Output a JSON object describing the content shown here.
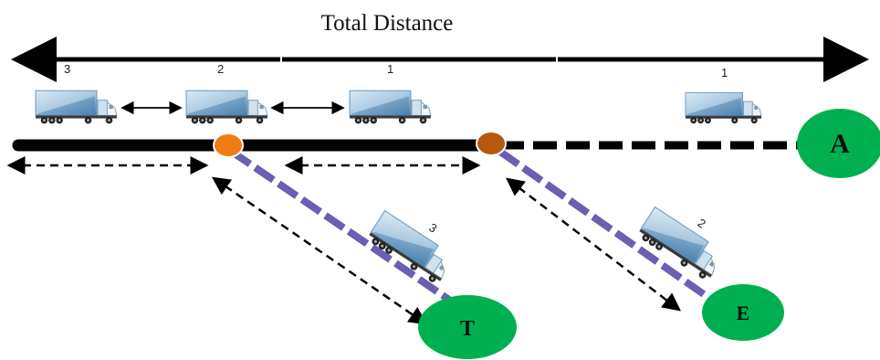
{
  "title": "Total Distance",
  "trucks": [
    {
      "id": "truck-main-3",
      "number": "3"
    },
    {
      "id": "truck-main-2",
      "number": "2"
    },
    {
      "id": "truck-main-1",
      "number": "1"
    },
    {
      "id": "truck-route-a",
      "number": "1"
    },
    {
      "id": "truck-branch-t",
      "number": "3"
    },
    {
      "id": "truck-branch-e",
      "number": "2"
    }
  ],
  "nodes": {
    "a": {
      "label": "A",
      "color": "#00b050"
    },
    "t": {
      "label": "T",
      "color": "#00b050"
    },
    "e": {
      "label": "E",
      "color": "#00b050"
    }
  },
  "junctions": {
    "left": {
      "color": "#f07c14"
    },
    "right": {
      "color": "#b8580f"
    }
  },
  "colors": {
    "road": "#000000",
    "branch": "#6a5fb0",
    "truck_light": "#bdd7ea",
    "truck_dark": "#5b8fb8"
  }
}
